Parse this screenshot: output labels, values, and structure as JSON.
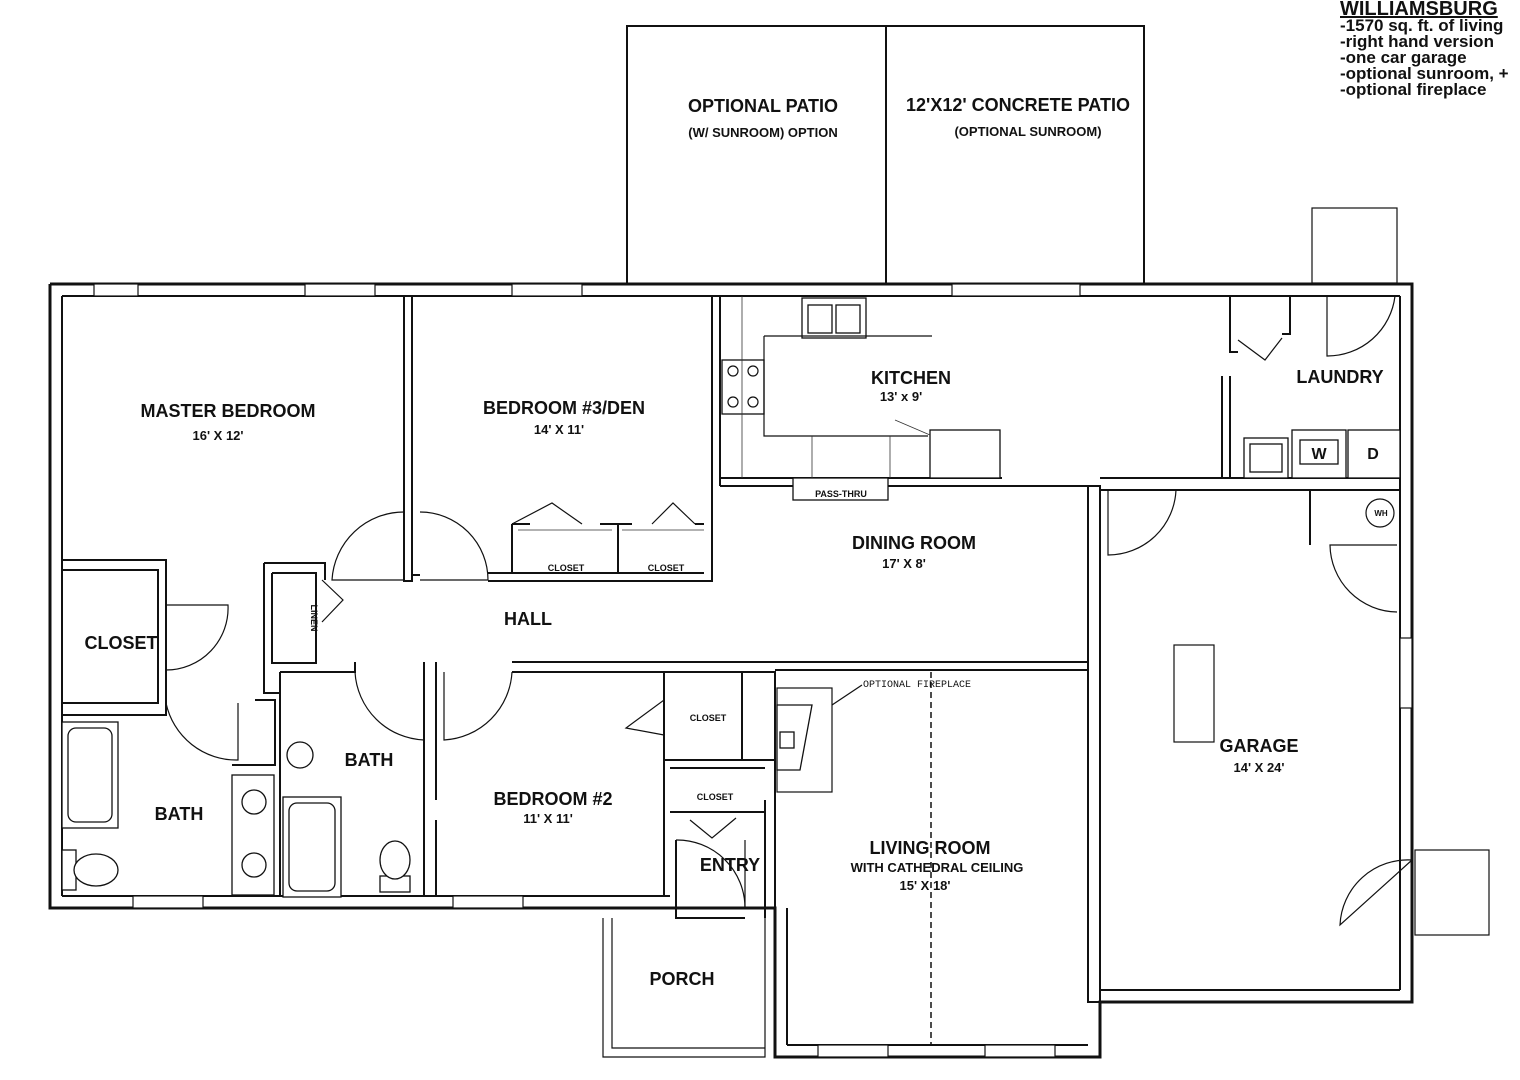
{
  "notes": {
    "title": "WILLIAMSBURG",
    "lines": [
      "-1570 sq. ft. of living",
      "-right hand version",
      "-one car garage",
      "-optional sunroom, +",
      "-optional fireplace"
    ]
  },
  "rooms": {
    "optional_patio": {
      "name": "OPTIONAL PATIO",
      "sub": "(W/ SUNROOM) OPTION"
    },
    "concrete_patio": {
      "name": "12'X12' CONCRETE PATIO",
      "sub": "(OPTIONAL SUNROOM)"
    },
    "master_bedroom": {
      "name": "MASTER BEDROOM",
      "dim": "16' X 12'"
    },
    "bedroom3": {
      "name": "BEDROOM #3/DEN",
      "dim": "14' X 11'"
    },
    "kitchen": {
      "name": "KITCHEN",
      "dim": "13' x 9'"
    },
    "laundry": {
      "name": "LAUNDRY"
    },
    "dining_room": {
      "name": "DINING ROOM",
      "dim": "17' X 8'"
    },
    "hall": {
      "name": "HALL"
    },
    "closet_master": {
      "name": "CLOSET"
    },
    "bath_hall": {
      "name": "BATH"
    },
    "bath_master": {
      "name": "BATH"
    },
    "bedroom2": {
      "name": "BEDROOM #2",
      "dim": "11' X 11'"
    },
    "entry": {
      "name": "ENTRY"
    },
    "living_room": {
      "name": "LIVING ROOM",
      "sub": "WITH CATHEDRAL CEILING",
      "dim": "15' X 18'"
    },
    "garage": {
      "name": "GARAGE",
      "dim": "14' X 24'"
    },
    "porch": {
      "name": "PORCH"
    }
  },
  "small_labels": {
    "closet_a": "CLOSET",
    "closet_b": "CLOSET",
    "closet_c": "CLOSET",
    "closet_d": "CLOSET",
    "linen": "LINEN",
    "pass_thru": "PASS-THRU",
    "fireplace": "OPTIONAL FIREPLACE",
    "washer": "W",
    "dryer": "D",
    "water_heater": "WH"
  }
}
